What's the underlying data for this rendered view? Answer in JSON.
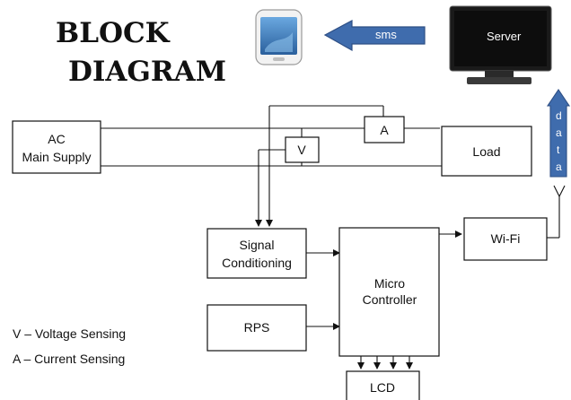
{
  "title": {
    "line1": "BLOCK",
    "line2": "DIAGRAM"
  },
  "top": {
    "sms_label": "sms",
    "server_label": "Server",
    "data_label": [
      "d",
      "a",
      "t",
      "a"
    ]
  },
  "blocks": {
    "ac_line1": "AC",
    "ac_line2": "Main Supply",
    "voltage_sensor": "V",
    "current_sensor": "A",
    "load": "Load",
    "signal_line1": "Signal",
    "signal_line2": "Conditioning",
    "micro_line1": "Micro",
    "micro_line2": "Controller",
    "wifi": "Wi-Fi",
    "rps": "RPS",
    "lcd": "LCD"
  },
  "legend": {
    "voltage": "V – Voltage Sensing",
    "current": "A – Current Sensing"
  },
  "colors": {
    "arrow_fill": "#3f6cad",
    "arrow_stroke": "#2e4f85",
    "server_screen": "#0d0d0d",
    "phone_screen": "#3f7fc0"
  }
}
